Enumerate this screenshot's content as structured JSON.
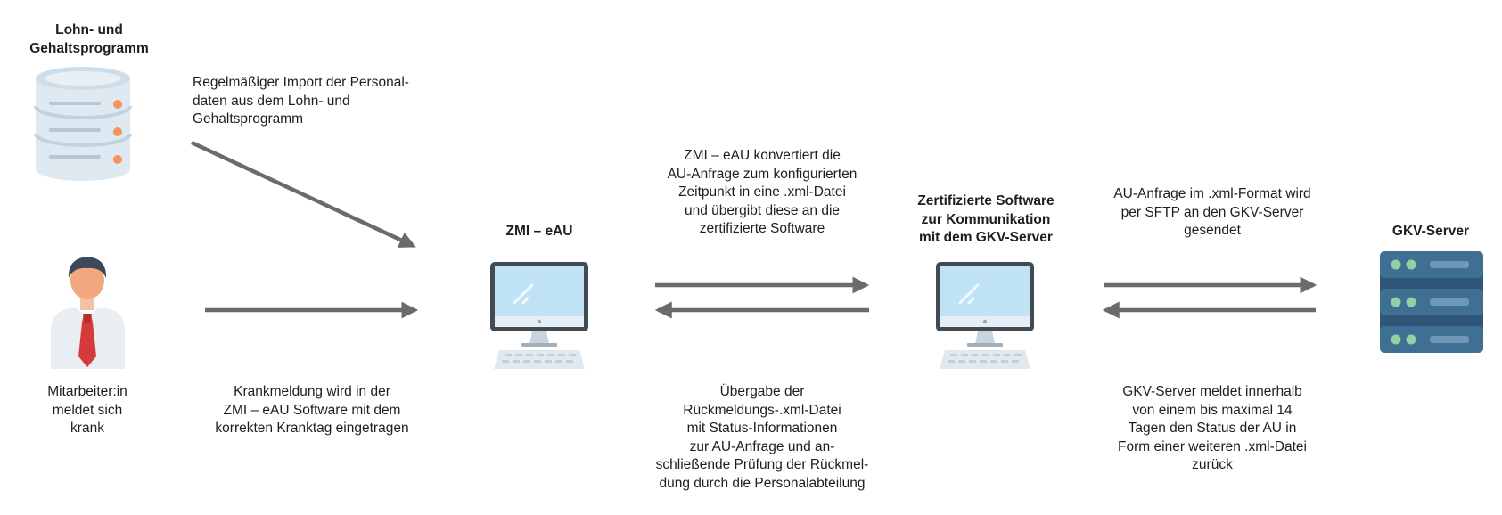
{
  "nodes": {
    "payroll_program": {
      "title_lines": [
        "Lohn- und",
        "Gehaltsprogramm"
      ],
      "icon": "database-icon"
    },
    "employee": {
      "caption_lines": [
        "Mitarbeiter:in",
        "meldet sich",
        "krank"
      ],
      "icon": "employee-icon"
    },
    "zmi_eau": {
      "title": "ZMI – eAU",
      "icon": "computer-icon"
    },
    "certified_software": {
      "title_lines": [
        "Zertifizierte Software",
        "zur Kommunikation",
        "mit dem GKV-Server"
      ],
      "icon": "computer-icon"
    },
    "gkv_server": {
      "title": "GKV-Server",
      "icon": "server-rack-icon"
    }
  },
  "edges": {
    "import": {
      "lines": [
        "Regelmäßiger Import der Personal-",
        "daten aus dem Lohn- und",
        "Gehaltsprogramm"
      ]
    },
    "sick_report": {
      "lines": [
        "Krankmeldung wird in der",
        "ZMI – eAU Software mit dem",
        "korrekten Kranktag eingetragen"
      ]
    },
    "convert": {
      "lines": [
        "ZMI – eAU konvertiert die",
        "AU-Anfrage zum konfigurierten",
        "Zeitpunkt in eine .xml-Datei",
        "und übergibt diese an die",
        "zertifizierte Software"
      ]
    },
    "return_file": {
      "lines": [
        "Übergabe der",
        "Rückmeldungs-.xml-Datei",
        "mit Status-Informationen",
        "zur AU-Anfrage und an-",
        "schließende Prüfung der Rückmel-",
        "dung durch die Personalabteilung"
      ]
    },
    "sftp_send": {
      "lines": [
        "AU-Anfrage im .xml-Format wird",
        "per SFTP an den GKV-Server",
        "gesendet"
      ]
    },
    "gkv_response": {
      "lines": [
        "GKV-Server meldet innerhalb",
        "von einem bis maximal 14",
        "Tagen den Status der AU in",
        "Form einer weiteren .xml-Datei",
        "zurück"
      ]
    }
  },
  "colors": {
    "arrow": "#6b6b6b",
    "text": "#1e1e1e",
    "database_body": "#dfe9f1",
    "database_orange": "#f2955a",
    "monitor_frame": "#424a53",
    "monitor_screen": "#bfe3f5",
    "server_blue": "#3f6f93",
    "server_green": "#8fd3a4",
    "shirt": "#e9eef3",
    "tie": "#d63a3a",
    "skin": "#f2a77f",
    "hair": "#3b4a5a"
  }
}
